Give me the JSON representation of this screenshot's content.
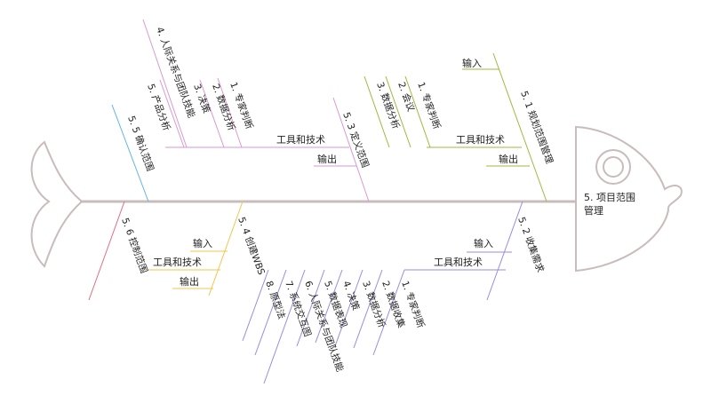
{
  "head": "5. 项目范围管理",
  "branches": {
    "b51": {
      "title": "5. 1 规划范围管理",
      "input": "输入",
      "tools": "工具和技术",
      "output": "输出",
      "subs": [
        "3. 数据分析",
        "2. 会议",
        "1. 专家判断"
      ]
    },
    "b53": {
      "title": "5. 3 定义范围",
      "tools": "工具和技术",
      "output": "输出",
      "subs": [
        "5. 产品分析",
        "4. 人际关系与团队技能",
        "3. 决策",
        "2. 数据分析",
        "1. 专家判断"
      ]
    },
    "b55": {
      "title": "5. 5 确认范围"
    },
    "b52": {
      "title": "5. 2 收集需求",
      "input": "输入",
      "tools": "工具和技术",
      "subs": [
        "1. 专家判断",
        "2. 数据收集",
        "3. 数据分析",
        "4. 决策",
        "5. 数据表现",
        "6. 人际关系与团队技能",
        "7. 系统交互图",
        "8. 原型法"
      ]
    },
    "b54": {
      "title": "5. 4 创建WBS",
      "input": "输入",
      "tools": "工具和技术",
      "output": "输出"
    },
    "b56": {
      "title": "5. 6 控制范围"
    }
  },
  "colors": {
    "spine": "#cbbcbc",
    "fish": "#c8bcbc",
    "b51": "#9bbb3c",
    "b53": "#d79ad2",
    "b55": "#60b6e0",
    "b52": "#9d8ae0",
    "b54": "#f2c64e",
    "b56": "#e46c80"
  }
}
